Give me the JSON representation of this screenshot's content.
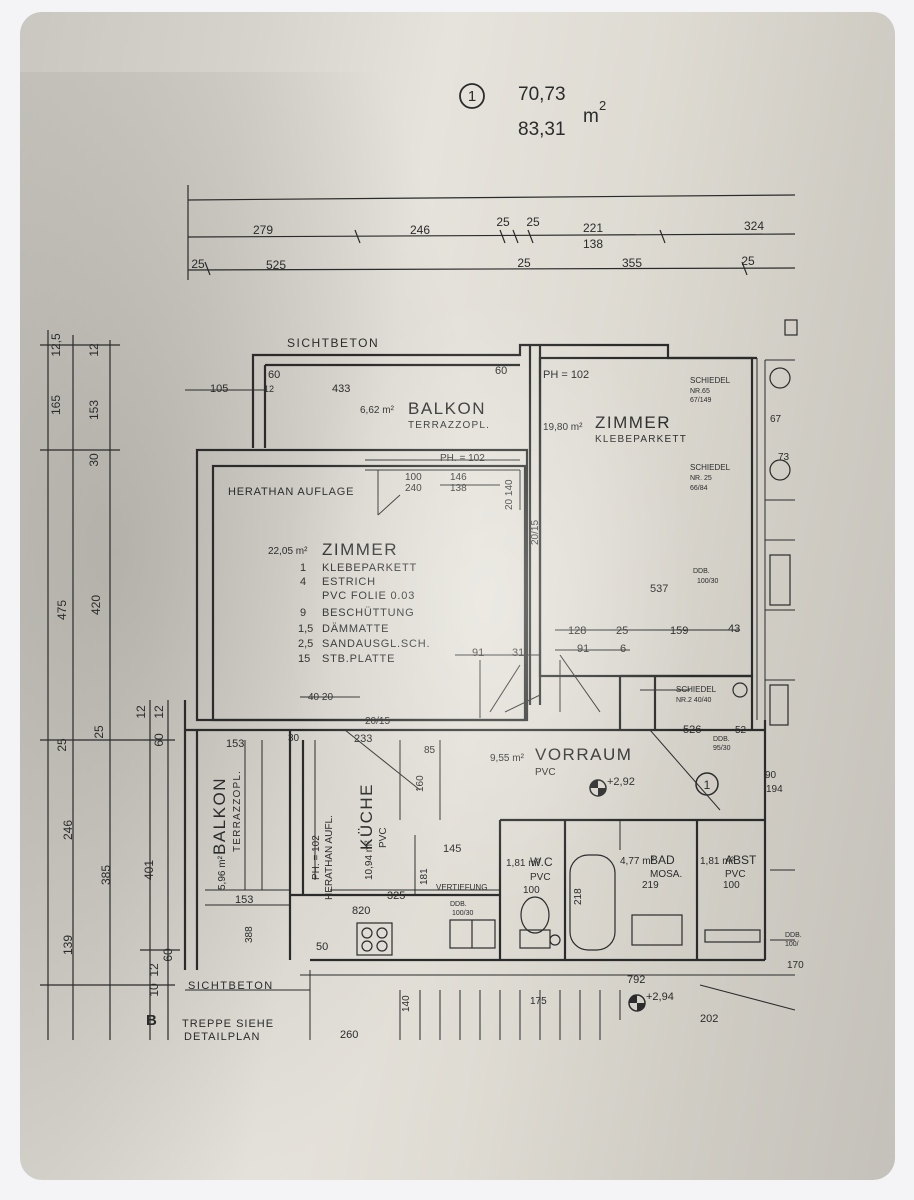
{
  "header": {
    "plan_number": "1",
    "area_1": "70,73",
    "area_2": "83,31",
    "unit": "m",
    "unit_exp": "2"
  },
  "top_dims": {
    "row1": [
      "279",
      "246",
      "25",
      "25",
      "221",
      "324"
    ],
    "row1_sub": "138",
    "row2": [
      "25",
      "525",
      "25",
      "355",
      "25"
    ]
  },
  "left_dims": {
    "outer": [
      "12,5",
      "165",
      "475",
      "139",
      "25",
      "246",
      "60",
      "12",
      "10",
      "12"
    ],
    "inner": [
      "12",
      "153",
      "30",
      "420",
      "25",
      "385",
      "401",
      "12",
      "60"
    ]
  },
  "labels": {
    "sichtbeton_top": "SICHTBETON",
    "sichtbeton_bottom": "SICHTBETON",
    "ph_102_top": "PH = 102",
    "ph_102_mid": "PH. = 102",
    "herathan_auflage": "HERATHAN AUFLAGE",
    "treppe_1": "TREPPE SIEHE",
    "treppe_2": "DETAILPLAN",
    "section_b": "B",
    "vertiefung": "VERTIEFUNG",
    "ph_kitchen": "PH. = 102",
    "herathan_kitchen": "HERATHAN AUFL."
  },
  "rooms": {
    "balkon_top": {
      "area": "6,62 m²",
      "name": "BALKON",
      "sub": "TERRAZZOPL."
    },
    "zimmer_right": {
      "area": "19,80 m²",
      "name": "ZIMMER",
      "sub": "KLEBEPARKETT"
    },
    "zimmer_main": {
      "area": "22,05 m²",
      "name": "ZIMMER"
    },
    "vorraum": {
      "area": "9,55 m²",
      "name": "VORRAUM",
      "sub": "PVC"
    },
    "kueche": {
      "area": "10,94 m²",
      "name": "KÜCHE",
      "sub": "PVC"
    },
    "balkon_left": {
      "area": "5,96 m²",
      "name": "BALKON",
      "sub": "TERRAZZOPL."
    },
    "wc": {
      "area": "1,81 m²",
      "name": "W.C",
      "sub": "PVC"
    },
    "bad": {
      "area": "4,77 m²",
      "name": "BAD",
      "sub": "MOSA."
    },
    "abst": {
      "area": "1,81 m²",
      "name": "ABST",
      "sub": "PVC"
    }
  },
  "zimmer_layers": [
    {
      "n": "1",
      "t": "KLEBEPARKETT"
    },
    {
      "n": "4",
      "t": "ESTRICH"
    },
    {
      "n": "",
      "t": "PVC FOLIE 0.03"
    },
    {
      "n": "9",
      "t": "BESCHÜTTUNG"
    },
    {
      "n": "1,5",
      "t": "DÄMMATTE"
    },
    {
      "n": "2,5",
      "t": "SANDAUSGL.SCH."
    },
    {
      "n": "15",
      "t": "STB.PLATTE"
    }
  ],
  "schiedel": {
    "s1": [
      "SCHIEDEL",
      "NR.65",
      "67/149"
    ],
    "s2": [
      "SCHIEDEL",
      "NR. 25",
      "66/84"
    ],
    "s3": [
      "SCHIEDEL",
      "NR.2 40/40"
    ],
    "ddb1": [
      "DDB.",
      "100/30"
    ],
    "ddb2": [
      "DDB.",
      "95/30"
    ],
    "ddb3": [
      "DDB.",
      "100/"
    ],
    "ddb4": [
      "DDB.",
      "100/30"
    ]
  },
  "dims_inner": {
    "d105": "105",
    "d12": "12",
    "d433": "433",
    "d60a": "60",
    "d60b": "60",
    "d100": "100",
    "d146": "146",
    "d240": "240",
    "d138": "138",
    "d20_140": "20 140",
    "d20_15": "20/15",
    "d537": "537",
    "d128": "128",
    "d25": "25",
    "d159": "159",
    "d43": "43",
    "d91a": "91",
    "d31": "31",
    "d91b": "91",
    "d6": "6",
    "d40_20": "40 20",
    "d20_15b": "20/15",
    "d233": "233",
    "d85": "85",
    "d526": "526",
    "d52": "52",
    "d153a": "153",
    "d30": "30",
    "d160": "160",
    "d145": "145",
    "d194": "194",
    "d218": "218",
    "d219": "219",
    "d100b": "100",
    "d100c": "100",
    "d820": "820",
    "d325": "325",
    "d153b": "153",
    "d388": "388",
    "d50": "50",
    "d792": "792",
    "d170": "170",
    "d140": "140",
    "d175": "175",
    "d260": "260",
    "d202": "202",
    "e292": "+2,92",
    "e294": "+2,94",
    "d67": "67",
    "d73": "73",
    "d181": "181",
    "d90": "90",
    "d1": "1"
  }
}
